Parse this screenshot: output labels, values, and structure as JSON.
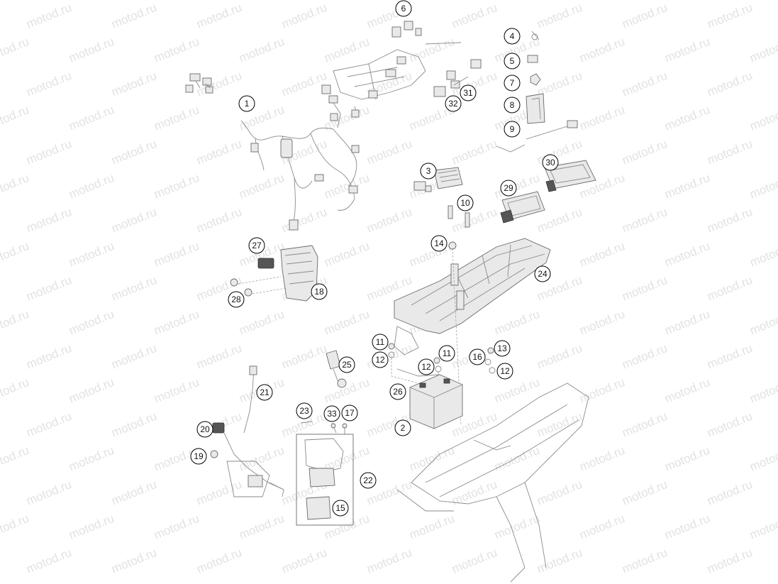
{
  "watermark": "motod.ru",
  "callouts": [
    {
      "id": "c1",
      "text": "1"
    },
    {
      "id": "c2",
      "text": "2"
    },
    {
      "id": "c3",
      "text": "3"
    },
    {
      "id": "c4",
      "text": "4"
    },
    {
      "id": "c5",
      "text": "5"
    },
    {
      "id": "c6",
      "text": "6"
    },
    {
      "id": "c7",
      "text": "7"
    },
    {
      "id": "c8",
      "text": "8"
    },
    {
      "id": "c9",
      "text": "9"
    },
    {
      "id": "c10",
      "text": "10"
    },
    {
      "id": "c11a",
      "text": "11"
    },
    {
      "id": "c11b",
      "text": "11"
    },
    {
      "id": "c12a",
      "text": "12"
    },
    {
      "id": "c12b",
      "text": "12"
    },
    {
      "id": "c12c",
      "text": "12"
    },
    {
      "id": "c13",
      "text": "13"
    },
    {
      "id": "c14",
      "text": "14"
    },
    {
      "id": "c15",
      "text": "15"
    },
    {
      "id": "c16",
      "text": "16"
    },
    {
      "id": "c17",
      "text": "17"
    },
    {
      "id": "c18",
      "text": "18"
    },
    {
      "id": "c19",
      "text": "19"
    },
    {
      "id": "c20",
      "text": "20"
    },
    {
      "id": "c21",
      "text": "21"
    },
    {
      "id": "c22",
      "text": "22"
    },
    {
      "id": "c23",
      "text": "23"
    },
    {
      "id": "c24",
      "text": "24"
    },
    {
      "id": "c25",
      "text": "25"
    },
    {
      "id": "c26",
      "text": "26"
    },
    {
      "id": "c27",
      "text": "27"
    },
    {
      "id": "c28",
      "text": "28"
    },
    {
      "id": "c29",
      "text": "29"
    },
    {
      "id": "c30",
      "text": "30"
    },
    {
      "id": "c31",
      "text": "31"
    },
    {
      "id": "c32",
      "text": "32"
    },
    {
      "id": "c33",
      "text": "33"
    }
  ]
}
